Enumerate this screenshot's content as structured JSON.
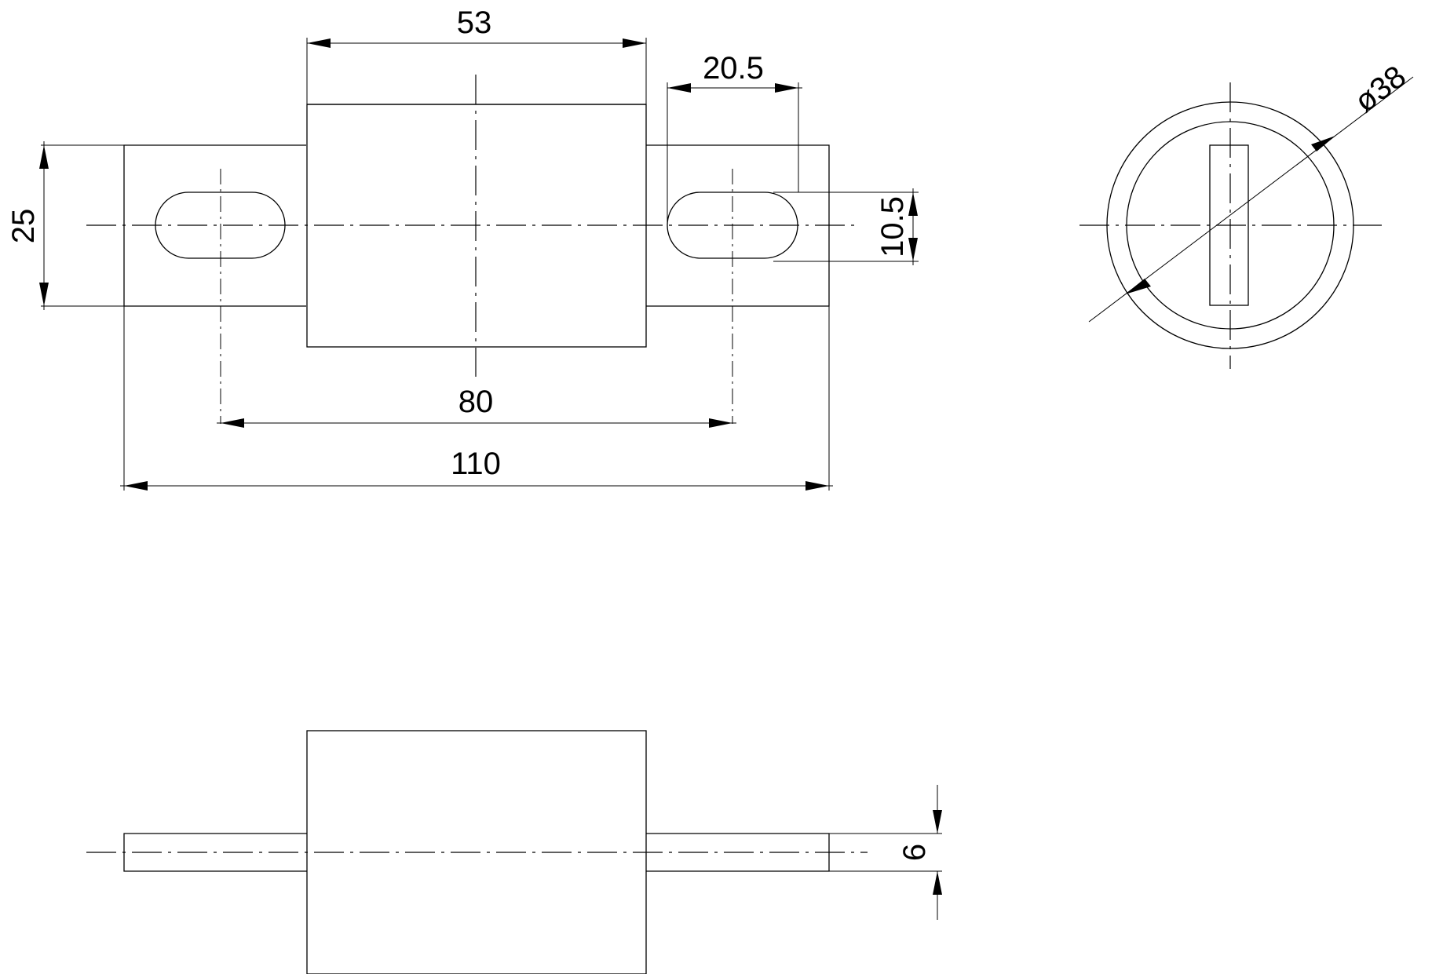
{
  "dimensions": {
    "top_body_width": "53",
    "slot_length": "20.5",
    "tag_height": "25",
    "slot_width": "10.5",
    "hole_spacing": "80",
    "overall_length": "110",
    "diameter": "ø38",
    "tag_thickness": "6"
  }
}
